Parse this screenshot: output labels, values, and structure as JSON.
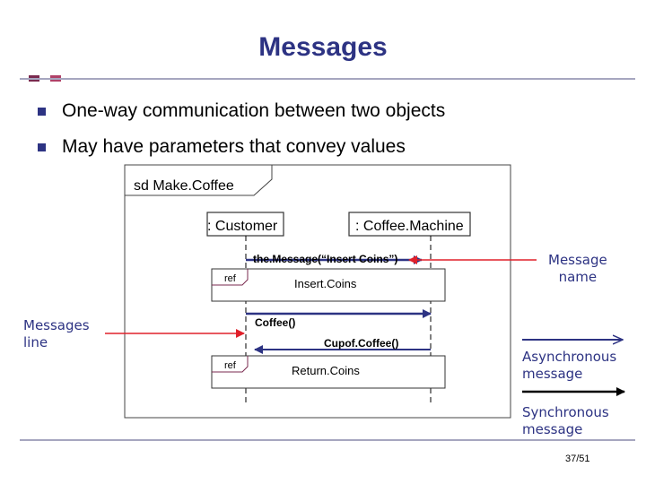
{
  "slide": {
    "title": "Messages",
    "bullets": [
      "One-way communication between two objects",
      "May have parameters that convey values"
    ],
    "page": "37/51"
  },
  "diagram": {
    "frame_label": "sd Make.Coffee",
    "lifelines": [
      ": Customer",
      ": Coffee.Machine"
    ],
    "messages": [
      "the.Message(“Insert Coins”)",
      "Coffee()",
      "Cupof.Coffee()"
    ],
    "refs": [
      {
        "tag": "ref",
        "label": "Insert.Coins"
      },
      {
        "tag": "ref",
        "label": "Return.Coins"
      }
    ]
  },
  "annotations": {
    "message_name": [
      "Message",
      "name"
    ],
    "messages_line": [
      "Messages",
      "line"
    ],
    "async": [
      "Asynchronous",
      "message"
    ],
    "sync": [
      "Synchronous",
      "message"
    ]
  },
  "colors": {
    "title": "#2d3383",
    "annotation_text": "#2d3383",
    "pointer": "#e0202a",
    "message_line": "#2d3383",
    "ref_tab": "#7a2a4f"
  }
}
